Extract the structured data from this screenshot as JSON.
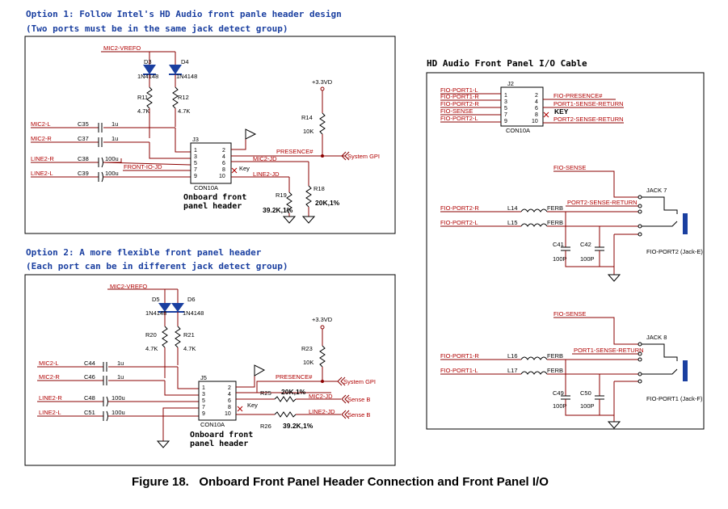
{
  "option1": {
    "title": "Option 1: Follow Intel's HD Audio front panle header design",
    "subtitle": "(Two ports must be in the same jack detect group)",
    "vrefo": "MIC2-VREFO",
    "d3": "D3",
    "d4": "D4",
    "diode": "1N4148",
    "r11": "R11",
    "r12": "R12",
    "r47": "4.7K",
    "vcc": "+3.3VD",
    "r14": "R14",
    "r10k": "10K",
    "mic2l": "MIC2-L",
    "mic2r": "MIC2-R",
    "line2r": "LINE2-R",
    "line2l": "LINE2-L",
    "c35": "C35",
    "c37": "C37",
    "c38": "C38",
    "c39": "C39",
    "c1u": "1u",
    "c100u": "100u",
    "j3": "J3",
    "con10a": "CON10A",
    "presence": "PRESENCE#",
    "mic2jd": "MIC2-JD",
    "frontiojd": "FRONT-IO-JD",
    "line2jd": "LINE2-JD",
    "sysgpi": "System GPI",
    "key": "Key",
    "r18": "R18",
    "r19": "R19",
    "r18v": "20K,1%",
    "r19v": "39.2K,1%",
    "header1": "Onboard front",
    "header2": "panel header"
  },
  "option2": {
    "title": "Option 2: A more flexible front panel header",
    "subtitle": "(Each port can be in different jack detect group)",
    "vrefo": "MIC2-VREFO",
    "d5": "D5",
    "d6": "D6",
    "diode": "1N4148",
    "r20": "R20",
    "r21": "R21",
    "r47": "4.7K",
    "vcc": "+3.3VD",
    "r23": "R23",
    "r10k": "10K",
    "mic2l": "MIC2-L",
    "mic2r": "MIC2-R",
    "line2r": "LINE2-R",
    "line2l": "LINE2-L",
    "c44": "C44",
    "c46": "C46",
    "c48": "C48",
    "c51": "C51",
    "c1u": "1u",
    "c100u": "100u",
    "j5": "J5",
    "con10a": "CON10A",
    "presence": "PRESENCE#",
    "mic2jd": "MIC2-JD",
    "line2jd": "LINE2-JD",
    "sysgpi": "System GPI",
    "senseb": "Sense B",
    "key": "Key",
    "r25": "R25",
    "r26": "R26",
    "r25v": "20K,1%",
    "r26v": "39.2K,1%",
    "header1": "Onboard front",
    "header2": "panel header"
  },
  "cable": {
    "title": "HD Audio Front Panel I/O Cable",
    "j2": "J2",
    "con10a": "CON10A",
    "key": "KEY",
    "fio_port1l": "FIO-PORT1-L",
    "fio_port1r": "FIO-PORT1-R",
    "fio_port2r": "FIO-PORT2-R",
    "fio_sense": "FIO-SENSE",
    "fio_port2l": "FIO-PORT2-L",
    "fio_presence": "FIO-PRESENCE#",
    "port1_sense_return": "PORT1-SENSE-RETURN",
    "port2_sense_return": "PORT2-SENSE-RETURN",
    "l14": "L14",
    "l15": "L15",
    "l16": "L16",
    "l17": "L17",
    "ferb": "FERB",
    "c41": "C41",
    "c42": "C42",
    "c49": "C49",
    "c50": "C50",
    "c100p": "100P",
    "jack7": "JACK 7",
    "jack8": "JACK 8",
    "fio_port2_jack": "FIO-PORT2 (Jack-E)",
    "fio_port1_jack": "FIO-PORT1 (Jack-F)"
  },
  "caption": "Figure 18.   Onboard Front Panel Header Connection and Front Panel I/O"
}
